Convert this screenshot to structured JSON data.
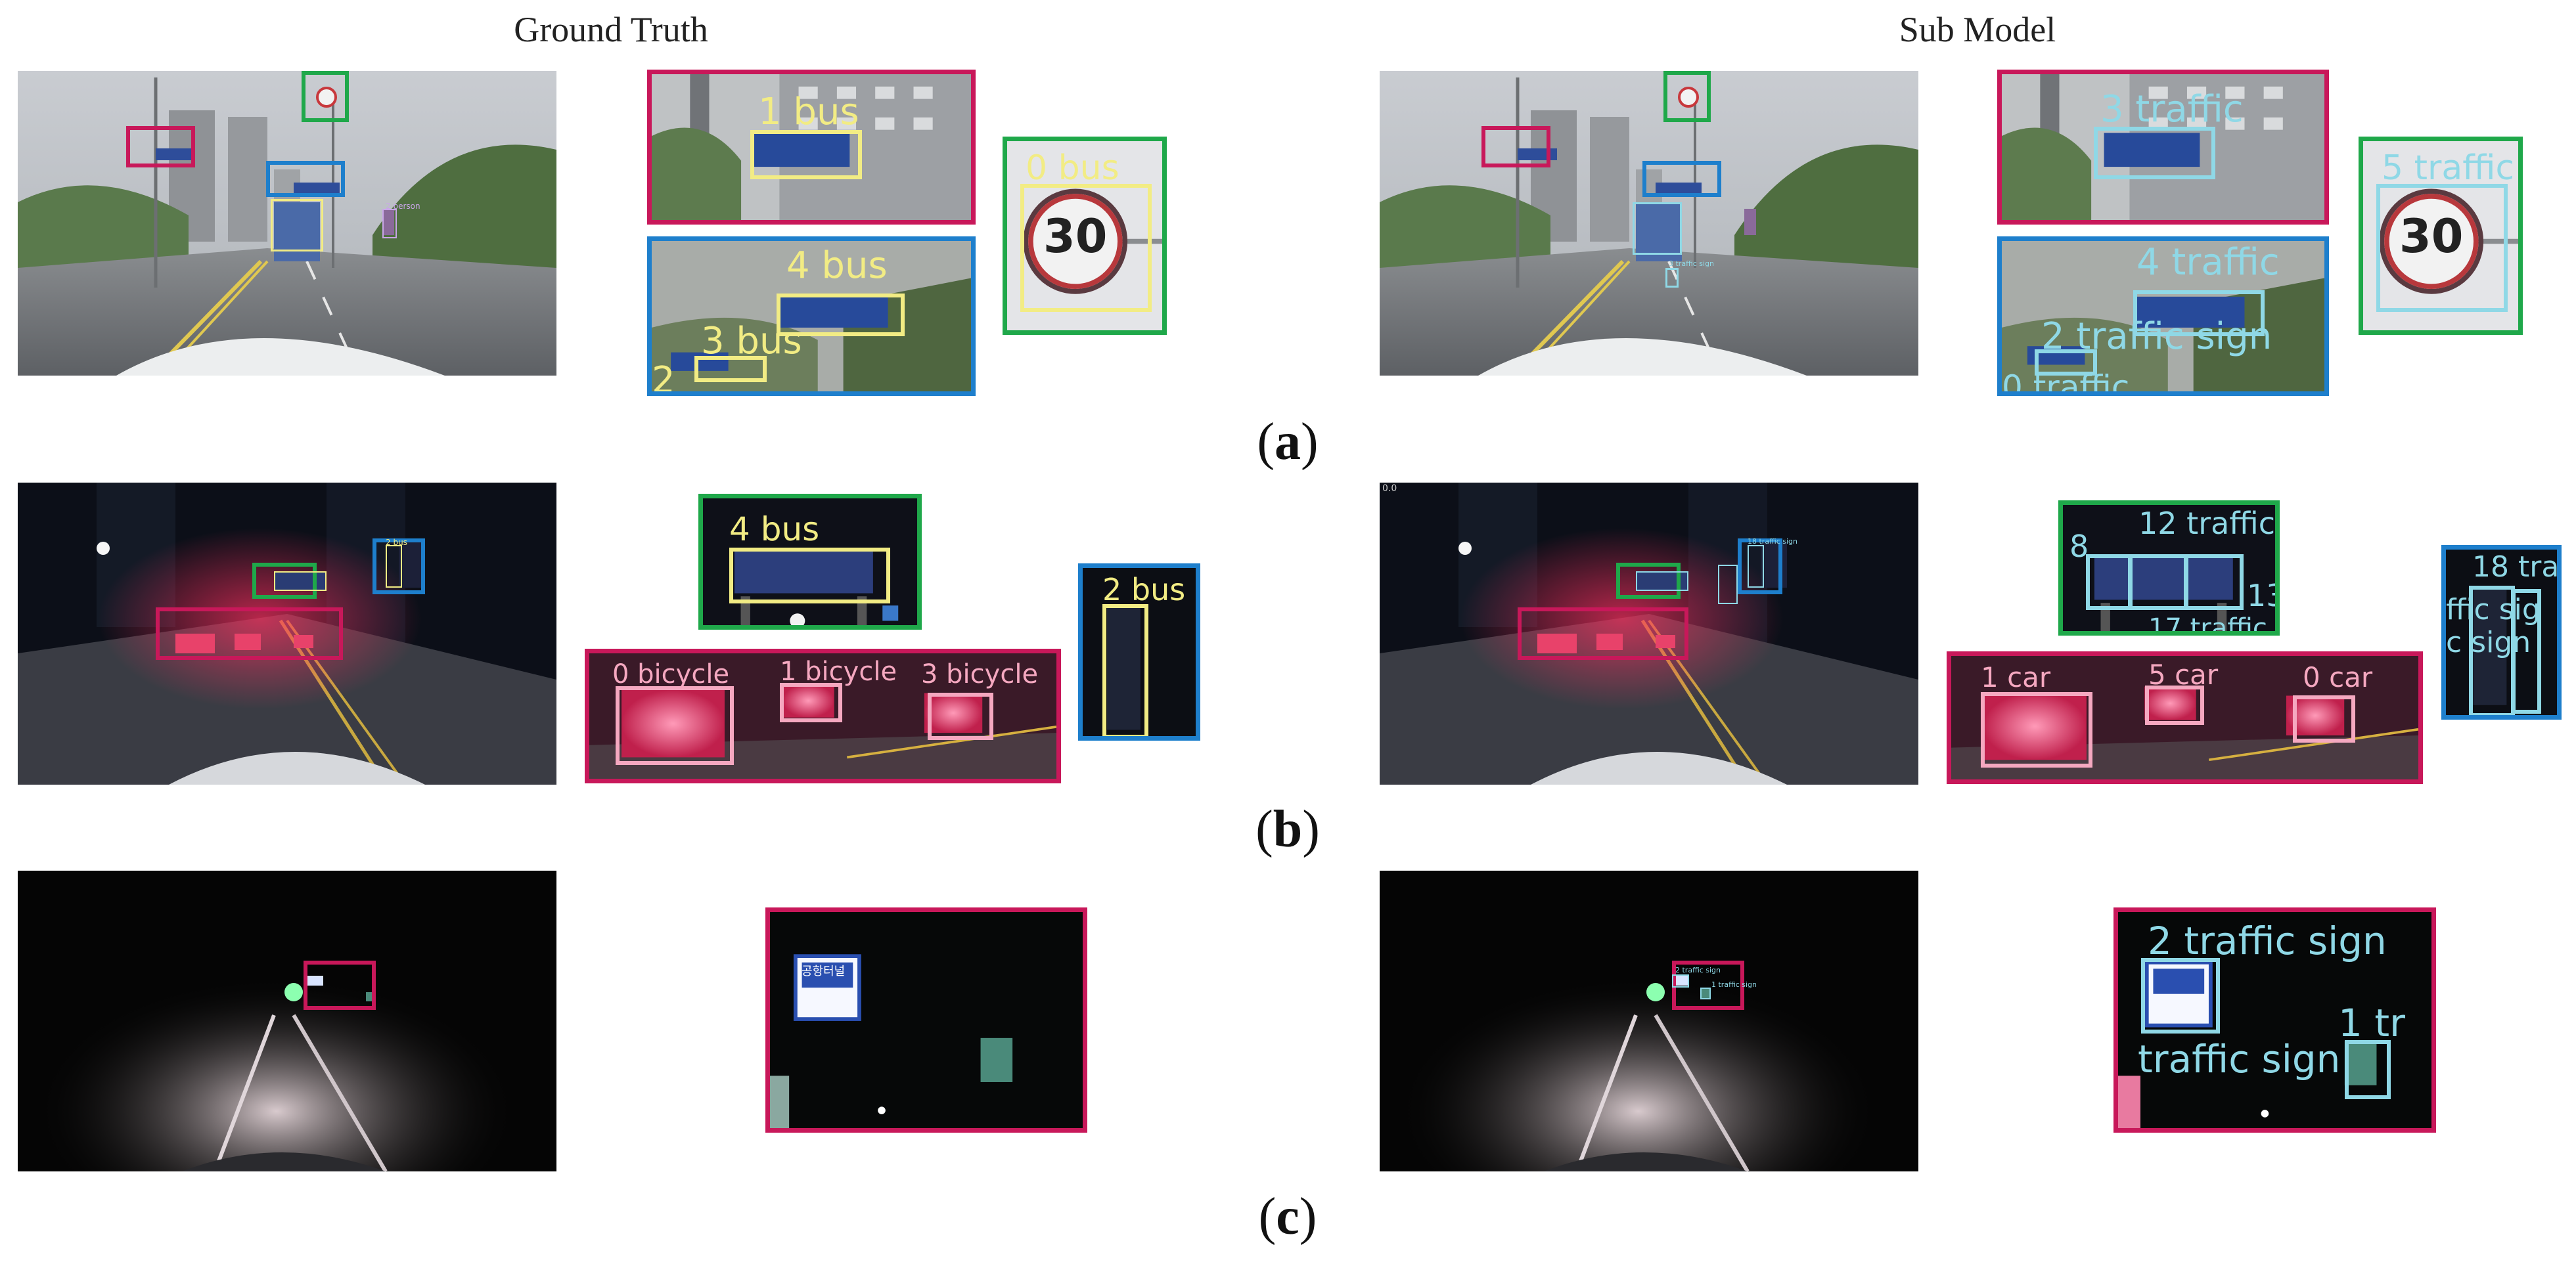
{
  "columns": {
    "left": "Ground Truth",
    "right": "Sub Model"
  },
  "rows": [
    {
      "id": "a",
      "label": "a"
    },
    {
      "id": "b",
      "label": "b"
    },
    {
      "id": "c",
      "label": "c"
    }
  ],
  "colors": {
    "highlight_red": "#c8185a",
    "highlight_green": "#1fa84a",
    "highlight_blue": "#1e7fcc",
    "gt_box": "#f2ec84",
    "pred_box": "#8fd8e6",
    "night_box": "#f5a8c0"
  },
  "sign_text": "30",
  "gt_labels": {
    "a_bus1": "1 bus",
    "a_bus4": "4 bus",
    "a_bus3": "3 bus",
    "a_bus2": "2",
    "a_bus0": "0 bus",
    "a_scene_person": "2 person",
    "b_bus4": "4 bus",
    "b_bus2": "2 bus",
    "b_bicycle0": "0 bicycle",
    "b_bicycle1": "1 bicycle",
    "b_bicycle3": "3 bicycle",
    "b_scene_bus": "2 bus"
  },
  "pred_labels": {
    "a_traffic3": "3 traffic",
    "a_traffic4": "4 traffic",
    "a_traffic_sign2": "2 traffic sign",
    "a_traffic0": "0 traffic",
    "a_traffic5": "5 traffic",
    "a_scene_sign": "3 traffic sign",
    "b_traffic12": "12 traffic",
    "b_traffic8": "8",
    "b_traffic13": "13",
    "b_traffic17": "17 traffic",
    "b_traffic18": "18 tra",
    "b_traffic_sign": "ffic sig",
    "b_sign": "c sign",
    "b_car1": "1 car",
    "b_car5": "5 car",
    "b_car0": "0 car",
    "b_scene_sign": "18 traffic sign",
    "b_scene_zero": "0.0",
    "c_traffic2": "2 traffic sign",
    "c_traffic1": "1 tr",
    "c_traffic_sign": "traffic sign",
    "c_scene_sign2": "2 traffic sign",
    "c_scene_sign1": "1 traffic sign"
  },
  "sign_board_text": "공항터널"
}
